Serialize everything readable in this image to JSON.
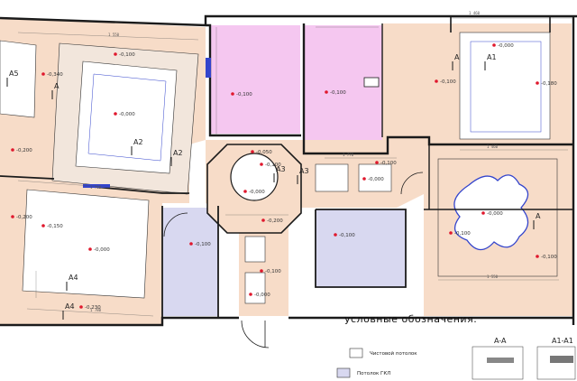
{
  "colors": {
    "plain_fill": "#f7dcc8",
    "gkl_fill": "#d8d8f0",
    "pink_fill": "#f5c7f0",
    "wall": "#1b1b1b",
    "red_marker": "#e0182d",
    "blue_line": "#3344cc"
  },
  "legend": {
    "title": "условные обозначения.",
    "items": [
      {
        "text": "Чистовой потолок"
      },
      {
        "text": "Потолок ГКЛ"
      }
    ]
  },
  "sections": [
    {
      "text": "A-A"
    },
    {
      "text": "A1-A1"
    }
  ],
  "section_marks": [
    "A1",
    "A5",
    "A",
    "A2",
    "A2",
    "A3",
    "A3",
    "A4",
    "A4",
    "A",
    "A"
  ],
  "levels": [
    "-0,340",
    "-0,100",
    "-0,000",
    "-0,200",
    "-0,100",
    "-0,100",
    "-0,100",
    "-0,000",
    "-0,000",
    "-0,100",
    "-0,180",
    "-0,050",
    "-0,150",
    "-0,000",
    "-0,100",
    "-0,100",
    "-0,200",
    "-0,200",
    "-0,000",
    "-0,100",
    "-0,100",
    "-0,000",
    "-0,100",
    "-0,000",
    "-0,230",
    "-0,100"
  ]
}
